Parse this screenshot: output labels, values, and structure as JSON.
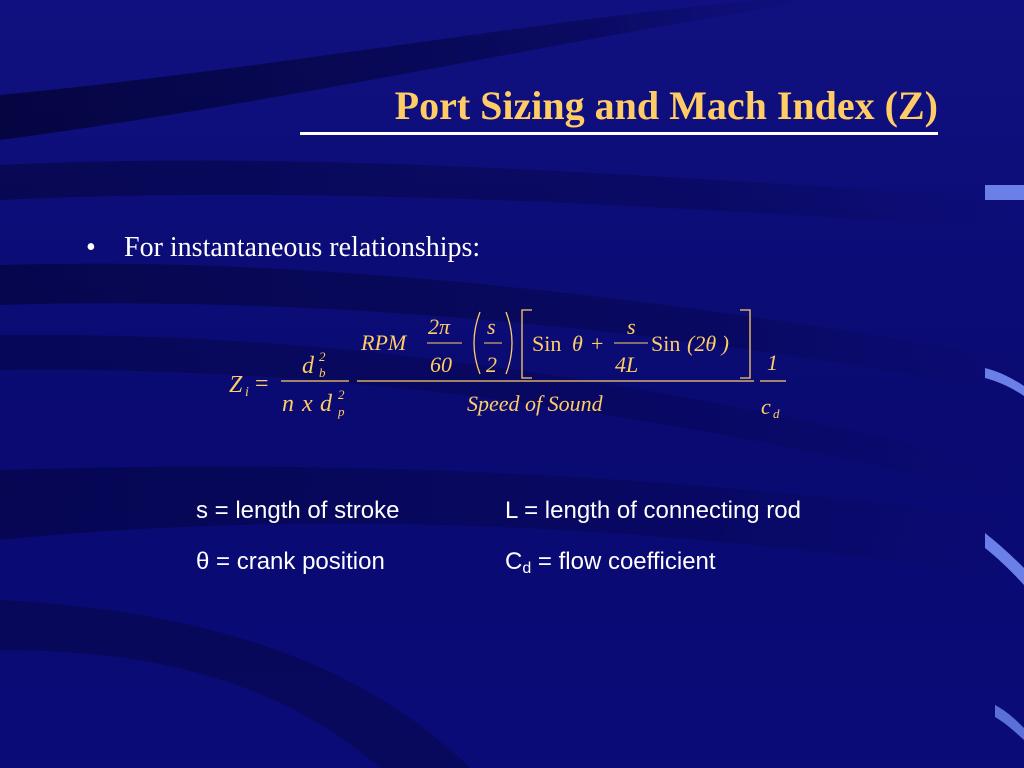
{
  "slide": {
    "title": "Port Sizing and Mach Index (Z)",
    "bullet_symbol": "•",
    "bullet_text": "For instantaneous relationships:"
  },
  "equation": {
    "lhs_symbol": "Z",
    "lhs_subscript": "i",
    "equals": "=",
    "db_base": "d",
    "db_sub": "b",
    "db_sup": "2",
    "den_n": "n",
    "den_x": "x",
    "dp_base": "d",
    "dp_sub": "p",
    "dp_sup": "2",
    "rpm": "RPM",
    "two_pi": "2π",
    "sixty": "60",
    "s_num": "s",
    "two": "2",
    "sin1": "Sin",
    "theta1": "θ",
    "plus": "+",
    "s_num2": "s",
    "four_l": "4L",
    "sin2": "Sin",
    "two_theta": "(2θ )",
    "speed_of_sound": "Speed of  Sound",
    "one": "1",
    "cd_base": "c",
    "cd_sub": "d"
  },
  "definitions": {
    "s_def": "s = length of stroke",
    "L_def": "L = length of connecting rod",
    "theta_symbol": "θ",
    "theta_rest": " = crank position",
    "cd_symbol": "C",
    "cd_subscript": "d",
    "cd_rest": " = flow coefficient"
  },
  "colors": {
    "background": "#0a0a6e",
    "title": "#ffcc66",
    "text": "#ffffff",
    "equation": "#ffcc66"
  }
}
